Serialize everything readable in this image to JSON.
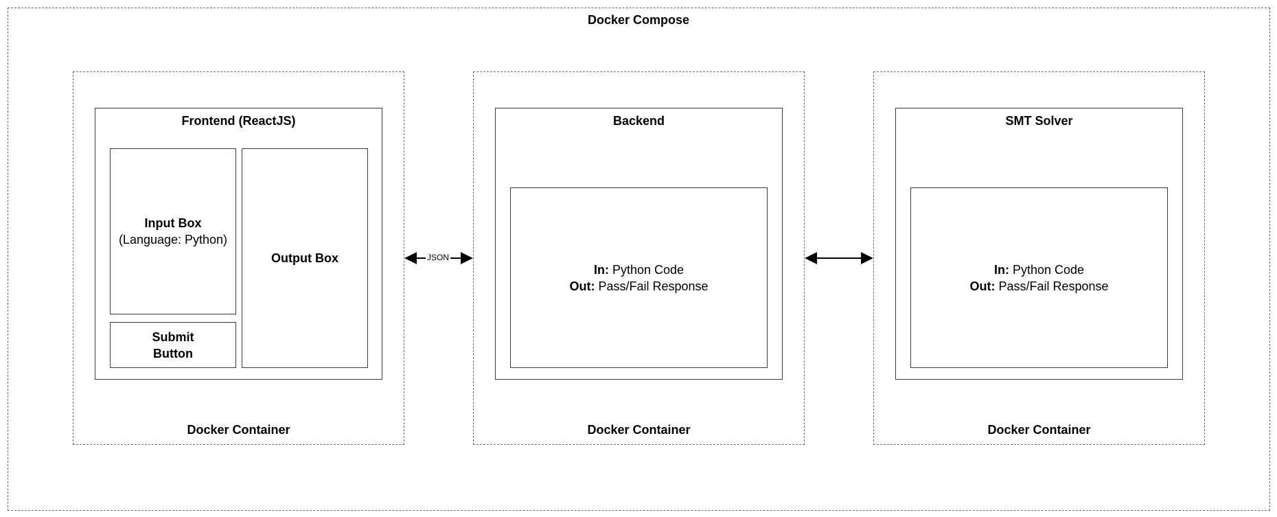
{
  "compose": {
    "title": "Docker Compose"
  },
  "containers": [
    {
      "footer": "Docker Container",
      "service": {
        "title": "Frontend (ReactJS)",
        "input_box": {
          "title": "Input Box",
          "subtitle": "(Language: Python)"
        },
        "submit_button": {
          "line1": "Submit",
          "line2": "Button"
        },
        "output_box": {
          "title": "Output Box"
        }
      }
    },
    {
      "footer": "Docker Container",
      "service": {
        "title": "Backend",
        "io": {
          "in_label": "In:",
          "in_value": "Python Code",
          "out_label": "Out:",
          "out_value": "Pass/Fail Response"
        }
      }
    },
    {
      "footer": "Docker Container",
      "service": {
        "title": "SMT Solver",
        "io": {
          "in_label": "In:",
          "in_value": "Python Code",
          "out_label": "Out:",
          "out_value": "Pass/Fail Response"
        }
      }
    }
  ],
  "connectors": [
    {
      "label": "JSON",
      "direction": "bidirectional"
    },
    {
      "label": "",
      "direction": "bidirectional"
    }
  ]
}
